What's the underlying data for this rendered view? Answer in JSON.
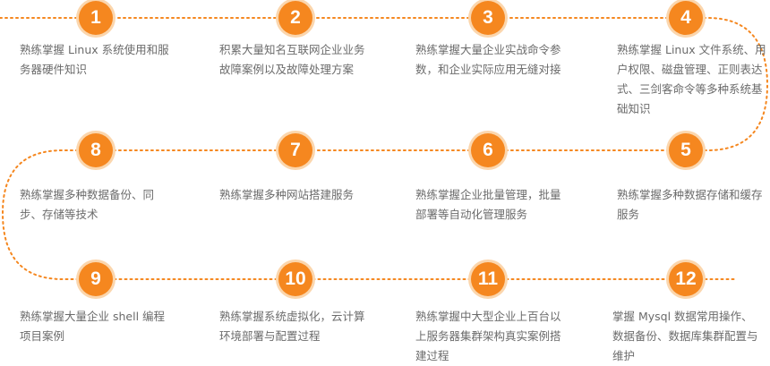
{
  "accent_color": "#f5871f",
  "badge_ring_color": "#fbd6ad",
  "connector_style": "orange-dotted-line",
  "steps": [
    {
      "number": "1",
      "text": "熟练掌握 Linux 系统使用和服务器硬件知识"
    },
    {
      "number": "2",
      "text": "积累大量知名互联网企业业务故障案例以及故障处理方案"
    },
    {
      "number": "3",
      "text": "熟练掌握大量企业实战命令参数，和企业实际应用无缝对接"
    },
    {
      "number": "4",
      "text": "熟练掌握 Linux 文件系统、用户权限、磁盘管理、正则表达式、三剑客命令等多种系统基础知识"
    },
    {
      "number": "5",
      "text": "熟练掌握多种数据存储和缓存服务"
    },
    {
      "number": "6",
      "text": "熟练掌握企业批量管理，批量部署等自动化管理服务"
    },
    {
      "number": "7",
      "text": "熟练掌握多种网站搭建服务"
    },
    {
      "number": "8",
      "text": "熟练掌握多种数据备份、同步、存储等技术"
    },
    {
      "number": "9",
      "text": "熟练掌握大量企业 shell 编程项目案例"
    },
    {
      "number": "10",
      "text": "熟练掌握系统虚拟化，云计算环境部署与配置过程"
    },
    {
      "number": "11",
      "text": "熟练掌握中大型企业上百台以上服务器集群架构真实案例搭建过程"
    },
    {
      "number": "12",
      "text": "掌握 Mysql 数据常用操作、数据备份、数据库集群配置与维护"
    }
  ]
}
